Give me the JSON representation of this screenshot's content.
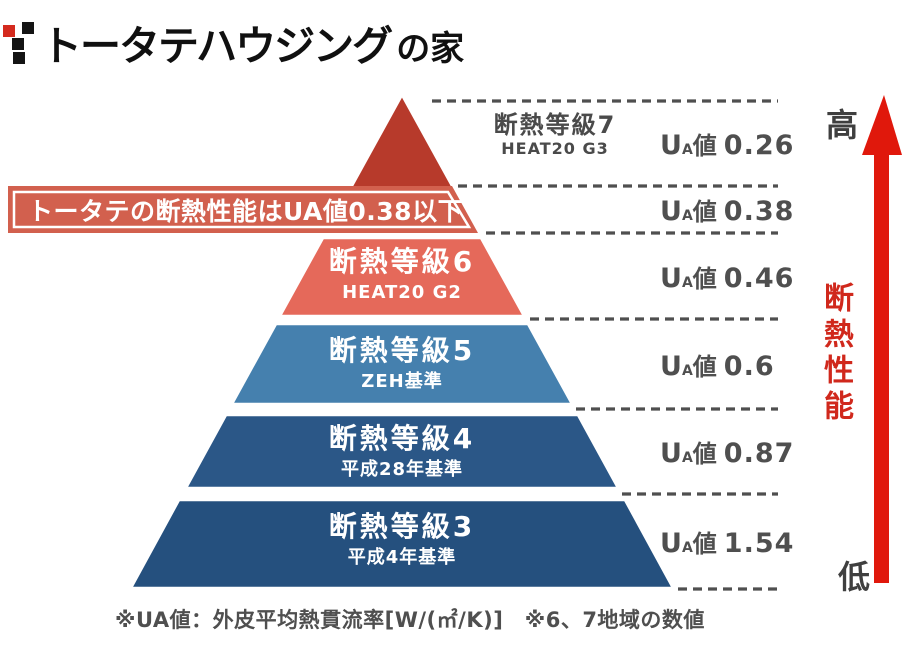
{
  "palette": {
    "level7_red": "#b73a2b",
    "banner_red": "#d2604e",
    "level6_coral": "#e5695a",
    "level5_blue": "#4580ae",
    "level4_blue": "#2b5787",
    "level3_navy": "#25507e",
    "arrow_red": "#e0180c",
    "axis_text_red": "#d0281c",
    "label_gray": "#4f4f4f",
    "white": "#ffffff"
  },
  "logo": {
    "brand": "トータテハウジング",
    "suffix": "の家"
  },
  "banner": {
    "label": "トータテの断熱性能はUA値0.38以下",
    "ua_value": "0.38",
    "color": "#d2604e"
  },
  "ua_prefix": {
    "u": "U",
    "sub": "A",
    "unit": "値"
  },
  "levels": [
    {
      "grade": "断熱等級7",
      "standard": "HEAT20 G3",
      "ua_value": "0.26",
      "color": "#b73a2b"
    },
    {
      "grade": "断熱等級6",
      "standard": "HEAT20 G2",
      "ua_value": "0.46",
      "color": "#e5695a"
    },
    {
      "grade": "断熱等級5",
      "standard": "ZEH基準",
      "ua_value": "0.6",
      "color": "#4580ae"
    },
    {
      "grade": "断熱等級4",
      "standard": "平成28年基準",
      "ua_value": "0.87",
      "color": "#2b5787"
    },
    {
      "grade": "断熱等級3",
      "standard": "平成4年基準",
      "ua_value": "1.54",
      "color": "#25507e"
    }
  ],
  "axis": {
    "high": "高",
    "low": "低",
    "label": "断熱性能"
  },
  "footnote": "※UA値：外皮平均熱貫流率[W/(㎡/K)]　※6、7地域の数値"
}
